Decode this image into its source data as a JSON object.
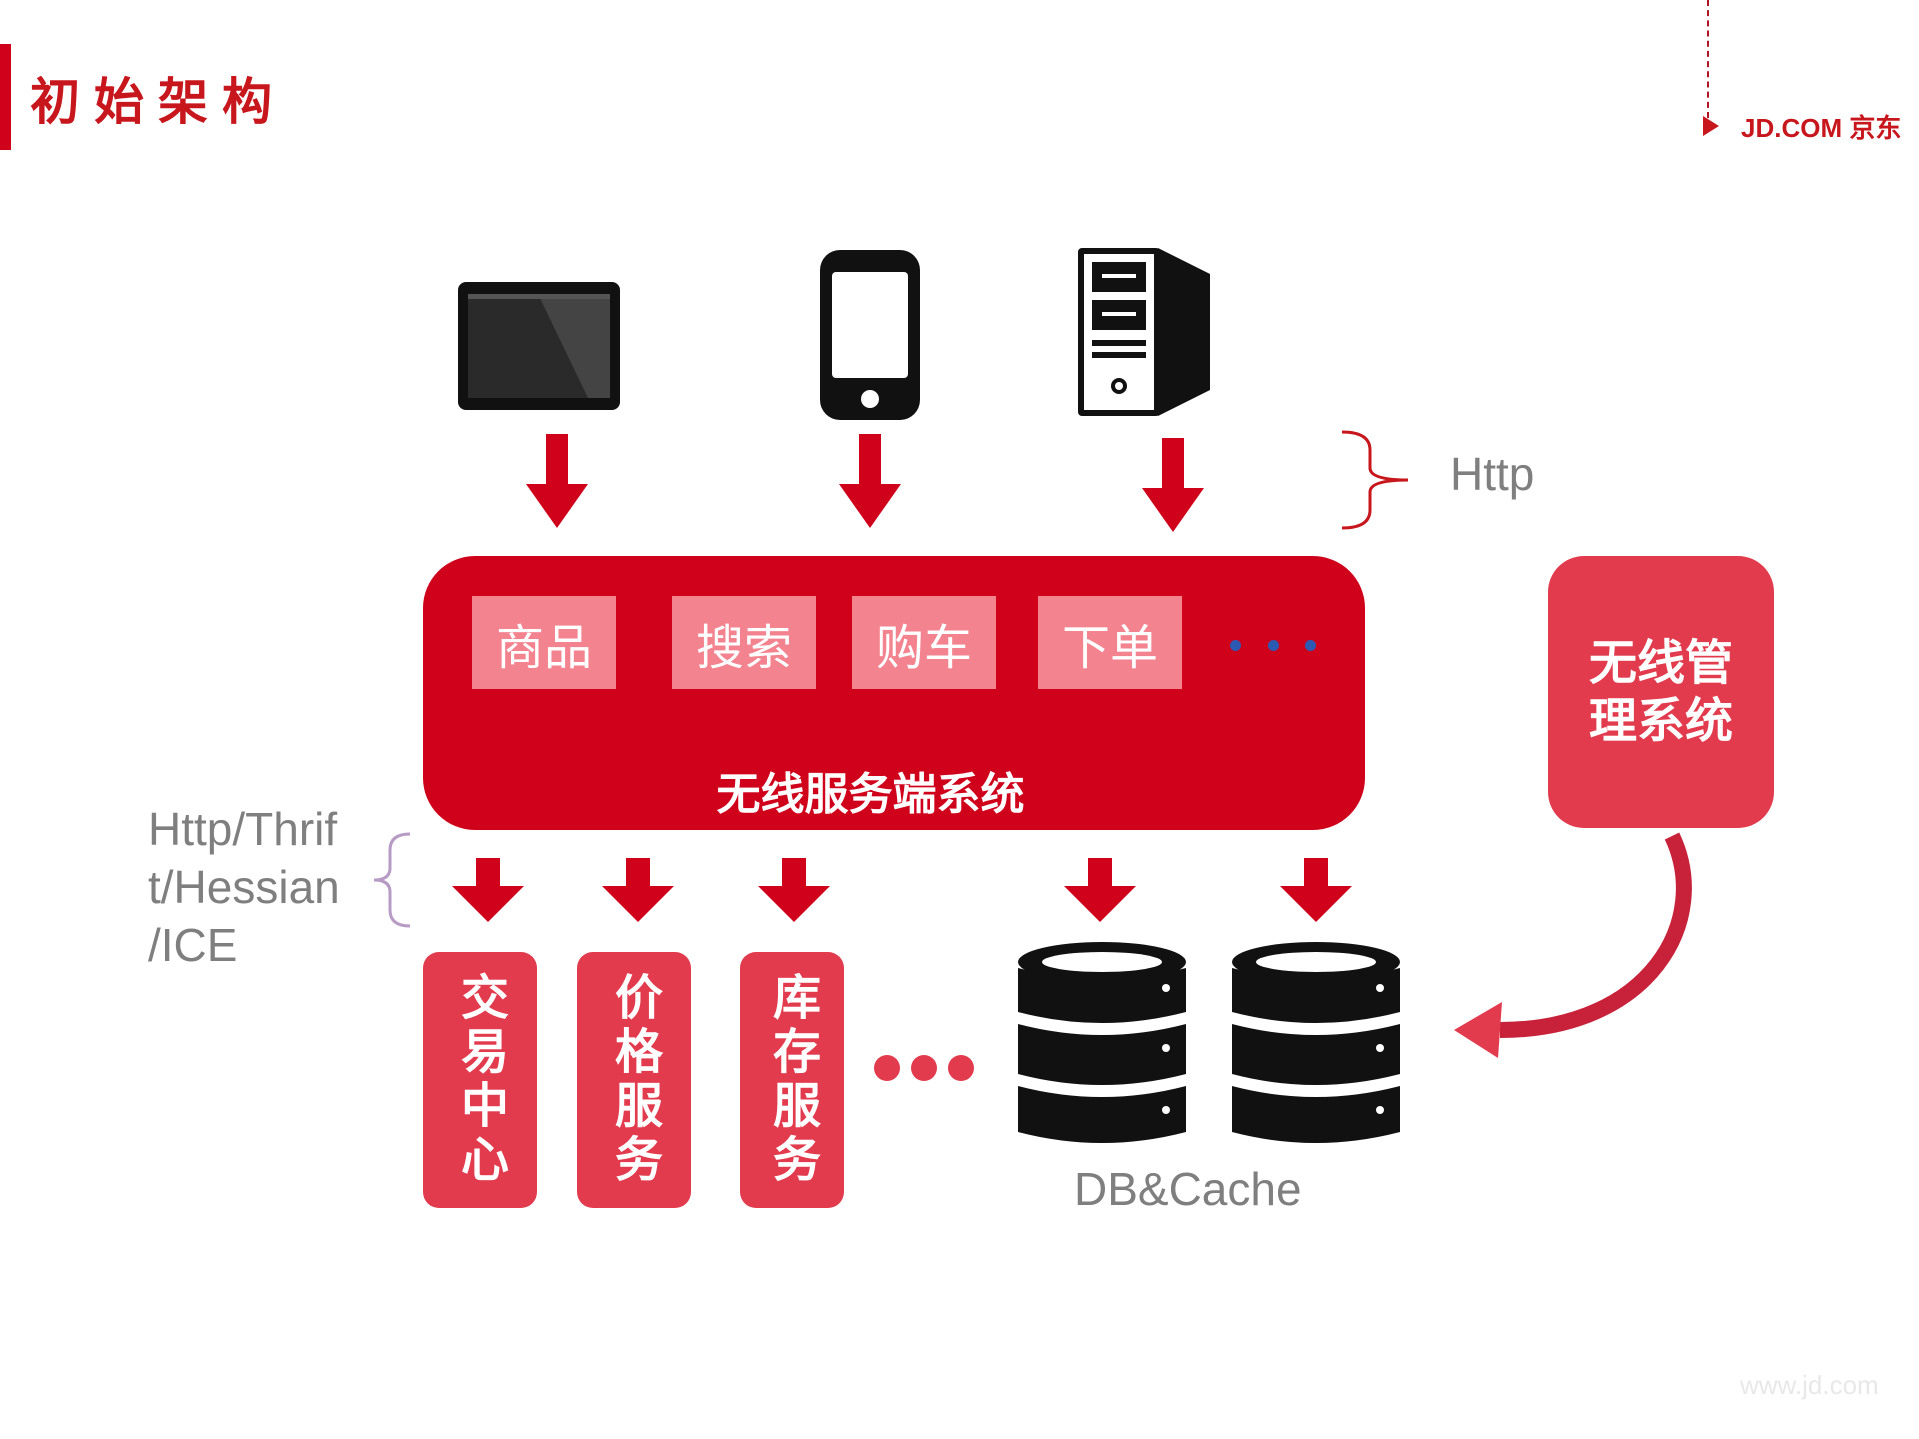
{
  "header": {
    "title": "初始架构",
    "logo_text": "JD.COM 京东"
  },
  "clients": [
    {
      "icon": "tablet-icon"
    },
    {
      "icon": "smartphone-icon"
    },
    {
      "icon": "desktop-computer-icon"
    }
  ],
  "protocol_top": "Http",
  "protocol_bottom": [
    "Http/Thrif",
    "t/Hessian",
    "/ICE"
  ],
  "wireless_system": {
    "label": "无线服务端系统",
    "modules": [
      "商品",
      "搜索",
      "购车",
      "下单"
    ]
  },
  "management_system": {
    "line1": "无线管",
    "line2": "理系统"
  },
  "services": [
    "交易中心",
    "价格服务",
    "库存服务"
  ],
  "db_label": "DB&Cache",
  "footer_url": "www.jd.com",
  "colors": {
    "brand_red": "#d0021b",
    "accent_red": "#e33b4e",
    "module_pink": "#f3838f",
    "gray_text": "#7f7f7f"
  }
}
